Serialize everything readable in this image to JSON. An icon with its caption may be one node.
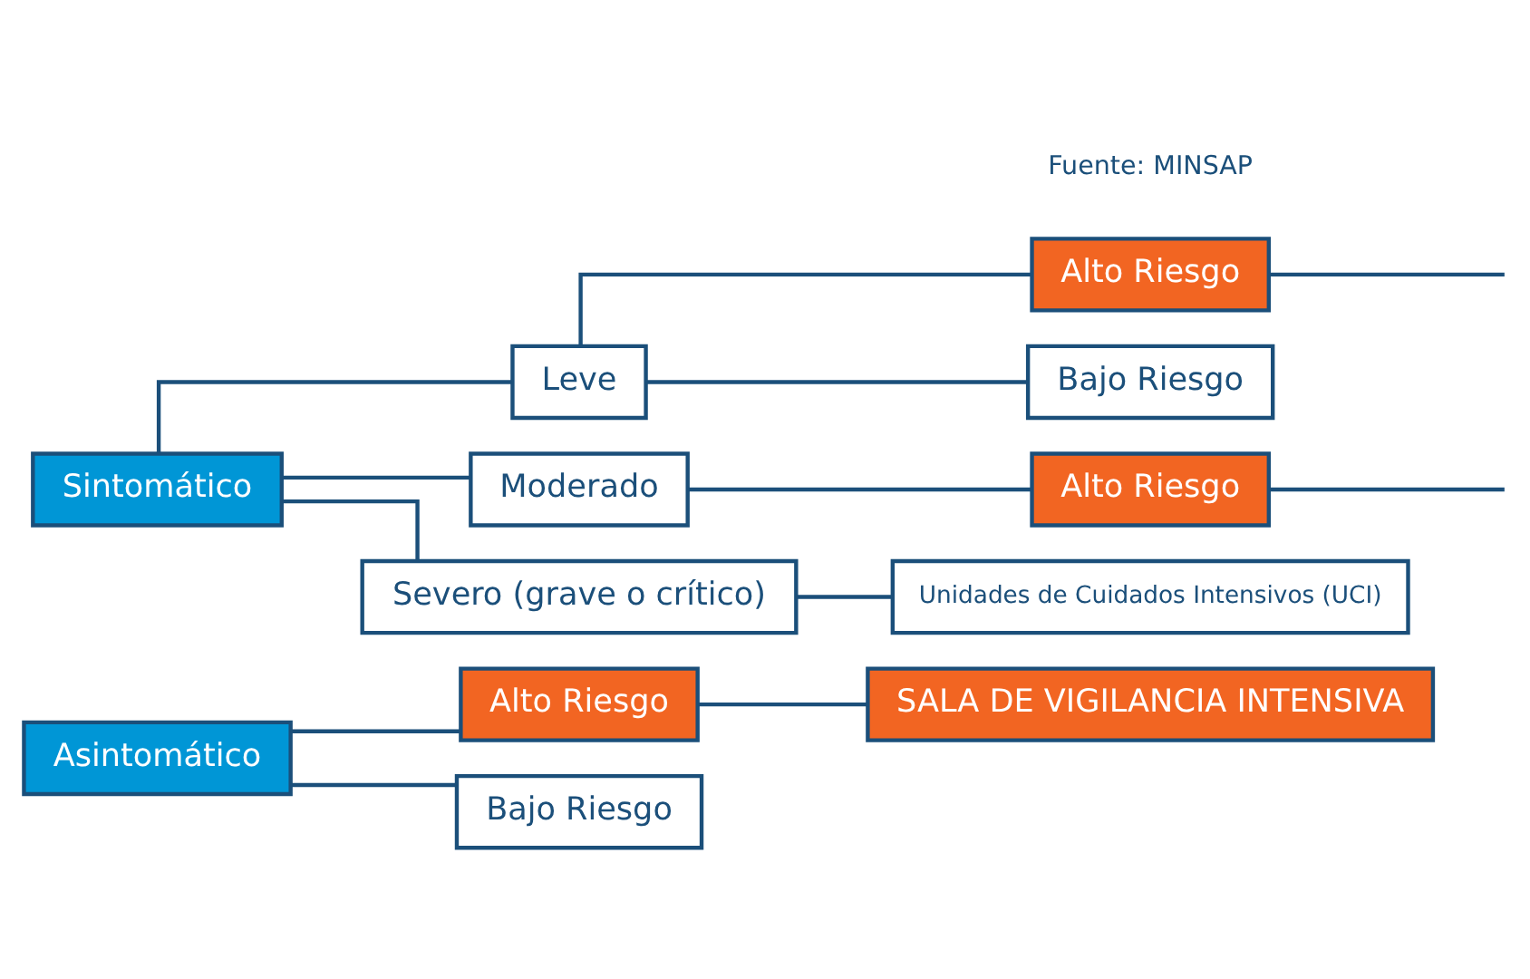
{
  "diagram": {
    "nodes": [
      {
        "text": [
          "Asintomático"
        ]
      },
      {
        "text": [
          "Alto Riesgo"
        ]
      },
      {
        "text": [
          "Bajo Riesgo"
        ]
      },
      {
        "text": [
          "Sintomático"
        ]
      },
      {
        "text": [
          "Leve"
        ]
      },
      {
        "text": [
          "Moderado"
        ]
      },
      {
        "text": [
          "Severo (grave o crítico)"
        ]
      },
      {
        "text": [
          "Alto Riesgo"
        ]
      },
      {
        "text": [
          "Bajo Riesgo"
        ]
      },
      {
        "text": [
          "Alto Riesgo"
        ]
      },
      {
        "text": [
          "Unidades de Cuidados Intensivos (UCI)"
        ]
      },
      {
        "text": [
          "SALA DE VIGILANCIA INTENSIVA"
        ]
      }
    ],
    "edges": [
      {
        "from": 0,
        "to": 1,
        "arrow": "none"
      },
      {
        "from": 0,
        "to": 2,
        "arrow": "none"
      },
      {
        "from": 3,
        "to": 4,
        "arrow": "none"
      },
      {
        "from": 3,
        "to": 5,
        "arrow": "none"
      },
      {
        "from": 3,
        "to": 6,
        "arrow": "none"
      },
      {
        "from": 4,
        "to": 7,
        "arrow": "none"
      },
      {
        "from": 4,
        "to": 8,
        "arrow": "none"
      },
      {
        "from": 5,
        "to": 9,
        "arrow": "none"
      },
      {
        "from": 6,
        "to": 10,
        "arrow": "none"
      },
      {
        "from": 1,
        "to": 11,
        "arrow": "none"
      },
      {
        "from": 7,
        "to": null,
        "arrow": "none"
      },
      {
        "from": 9,
        "to": null,
        "arrow": "none"
      }
    ],
    "labels": [
      "Fuente: MINSAP"
    ]
  }
}
